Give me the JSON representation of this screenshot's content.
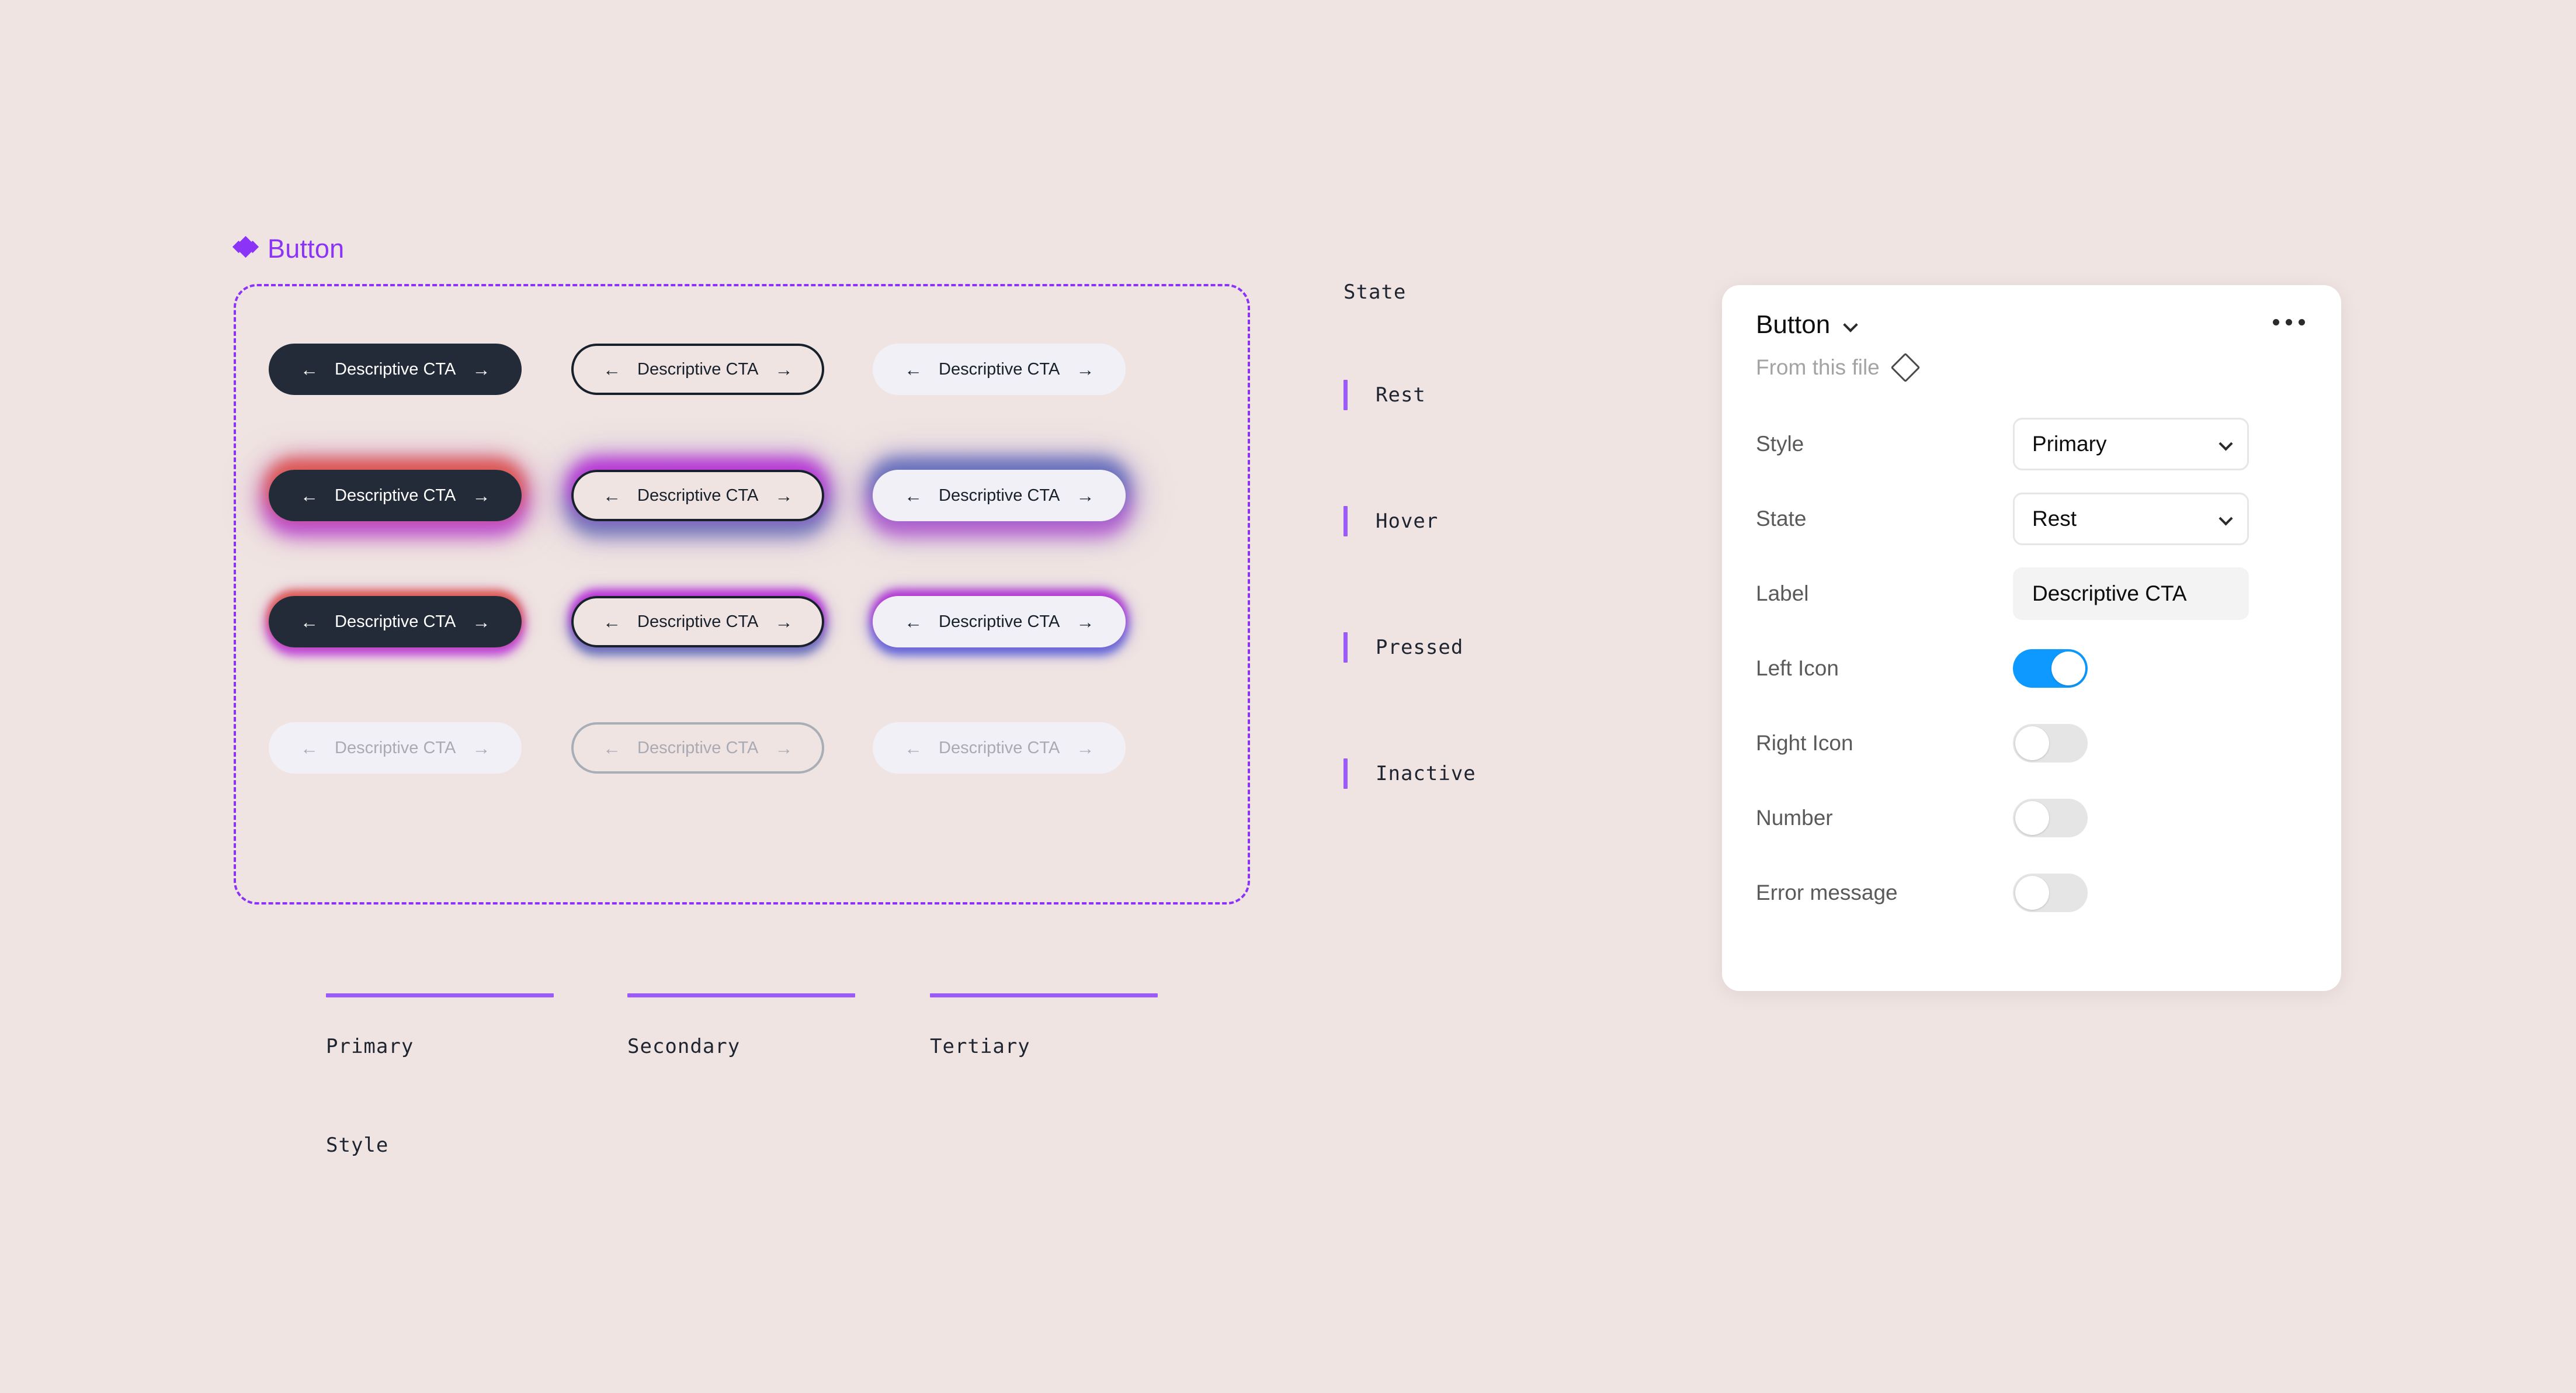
{
  "component": {
    "title": "Button",
    "icon": "diamond-cluster-icon",
    "accent_color": "#8B33F7"
  },
  "canvas": {
    "background_color": "#EFE4E2",
    "frame_border_color": "#8B33F7"
  },
  "matrix": {
    "button_label": "Descriptive CTA",
    "left_arrow": "←",
    "right_arrow": "→",
    "styles": [
      "Primary",
      "Secondary",
      "Tertiary"
    ],
    "states": [
      "Rest",
      "Hover",
      "Pressed",
      "Inactive"
    ],
    "cells": [
      {
        "style": "Primary",
        "state": "Rest",
        "label": "Descriptive CTA"
      },
      {
        "style": "Secondary",
        "state": "Rest",
        "label": "Descriptive CTA"
      },
      {
        "style": "Tertiary",
        "state": "Rest",
        "label": "Descriptive CTA"
      },
      {
        "style": "Primary",
        "state": "Hover",
        "label": "Descriptive CTA"
      },
      {
        "style": "Secondary",
        "state": "Hover",
        "label": "Descriptive CTA"
      },
      {
        "style": "Tertiary",
        "state": "Hover",
        "label": "Descriptive CTA"
      },
      {
        "style": "Primary",
        "state": "Pressed",
        "label": "Descriptive CTA"
      },
      {
        "style": "Secondary",
        "state": "Pressed",
        "label": "Descriptive CTA"
      },
      {
        "style": "Tertiary",
        "state": "Pressed",
        "label": "Descriptive CTA"
      },
      {
        "style": "Primary",
        "state": "Inactive",
        "label": "Descriptive CTA"
      },
      {
        "style": "Secondary",
        "state": "Inactive",
        "label": "Descriptive CTA"
      },
      {
        "style": "Tertiary",
        "state": "Inactive",
        "label": "Descriptive CTA"
      }
    ],
    "colors": {
      "primary_fill": "#232B38",
      "primary_text": "#FFFFFF",
      "secondary_border": "#17202B",
      "secondary_text": "#17202B",
      "tertiary_fill": "#F1F0F6",
      "tertiary_text": "#17202B",
      "inactive_fill": "#F1F0F6",
      "inactive_text": "#A9AAB4",
      "inactive_border": "#A9AEB6"
    }
  },
  "state_axis": {
    "heading": "State",
    "items": [
      {
        "label": "Rest"
      },
      {
        "label": "Hover"
      },
      {
        "label": "Pressed"
      },
      {
        "label": "Inactive"
      }
    ],
    "bar_color": "#9B5BF8"
  },
  "style_axis": {
    "heading": "Style",
    "items": [
      {
        "label": "Primary"
      },
      {
        "label": "Secondary"
      },
      {
        "label": "Tertiary"
      }
    ],
    "bar_color": "#9B5BF8"
  },
  "inspector": {
    "title": "Button",
    "subtitle": "From this file",
    "more_menu": "•••",
    "properties": [
      {
        "name": "style",
        "label": "Style",
        "control": "select",
        "value": "Primary"
      },
      {
        "name": "state",
        "label": "State",
        "control": "select",
        "value": "Rest"
      },
      {
        "name": "label",
        "label": "Label",
        "control": "text",
        "value": "Descriptive CTA"
      },
      {
        "name": "left-icon",
        "label": "Left Icon",
        "control": "toggle",
        "value": "on"
      },
      {
        "name": "right-icon",
        "label": "Right Icon",
        "control": "toggle",
        "value": "off"
      },
      {
        "name": "number",
        "label": "Number",
        "control": "toggle",
        "value": "off"
      },
      {
        "name": "error-message",
        "label": "Error message",
        "control": "toggle",
        "value": "off"
      }
    ],
    "toggle_on_color": "#0D99FF",
    "toggle_off_color": "#E5E5E5"
  }
}
